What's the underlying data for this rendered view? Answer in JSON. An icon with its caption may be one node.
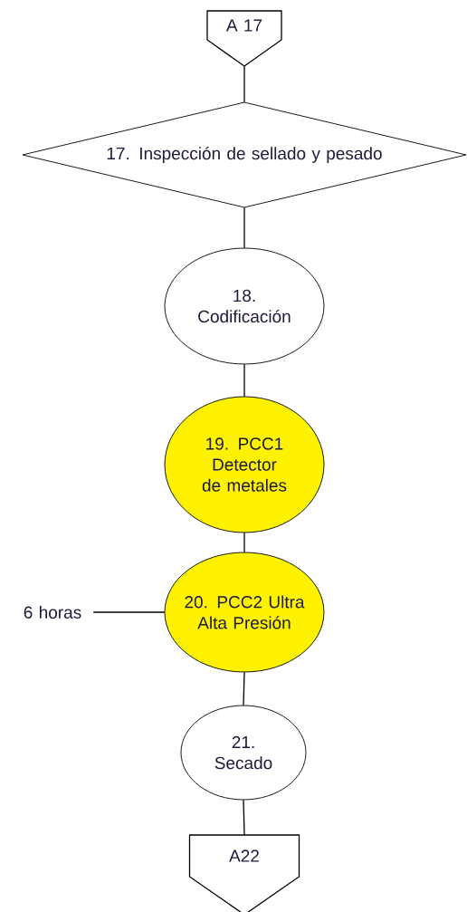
{
  "diagram": {
    "nodes": [
      {
        "text": [
          "A 17"
        ]
      },
      {
        "text": [
          "17. Inspección de sellado y pesado"
        ]
      },
      {
        "text": [
          "18. Codificación"
        ]
      },
      {
        "text": [
          "19. PCC1 Detector de metales"
        ]
      },
      {
        "text": [
          "20. PCC2 Ultra Alta Presión"
        ]
      },
      {
        "text": [
          "6 horas"
        ]
      },
      {
        "text": [
          "21. Secado"
        ]
      },
      {
        "text": [
          "A22"
        ]
      }
    ],
    "edges": [
      {
        "from": 0,
        "to": 1,
        "arrow": "none"
      },
      {
        "from": 1,
        "to": 2,
        "arrow": "none"
      },
      {
        "from": 2,
        "to": 3,
        "arrow": "none"
      },
      {
        "from": 3,
        "to": 4,
        "arrow": "none"
      },
      {
        "from": 5,
        "to": 4,
        "arrow": "none"
      },
      {
        "from": 4,
        "to": 6,
        "arrow": "none"
      },
      {
        "from": 6,
        "to": 7,
        "arrow": "none"
      }
    ]
  }
}
